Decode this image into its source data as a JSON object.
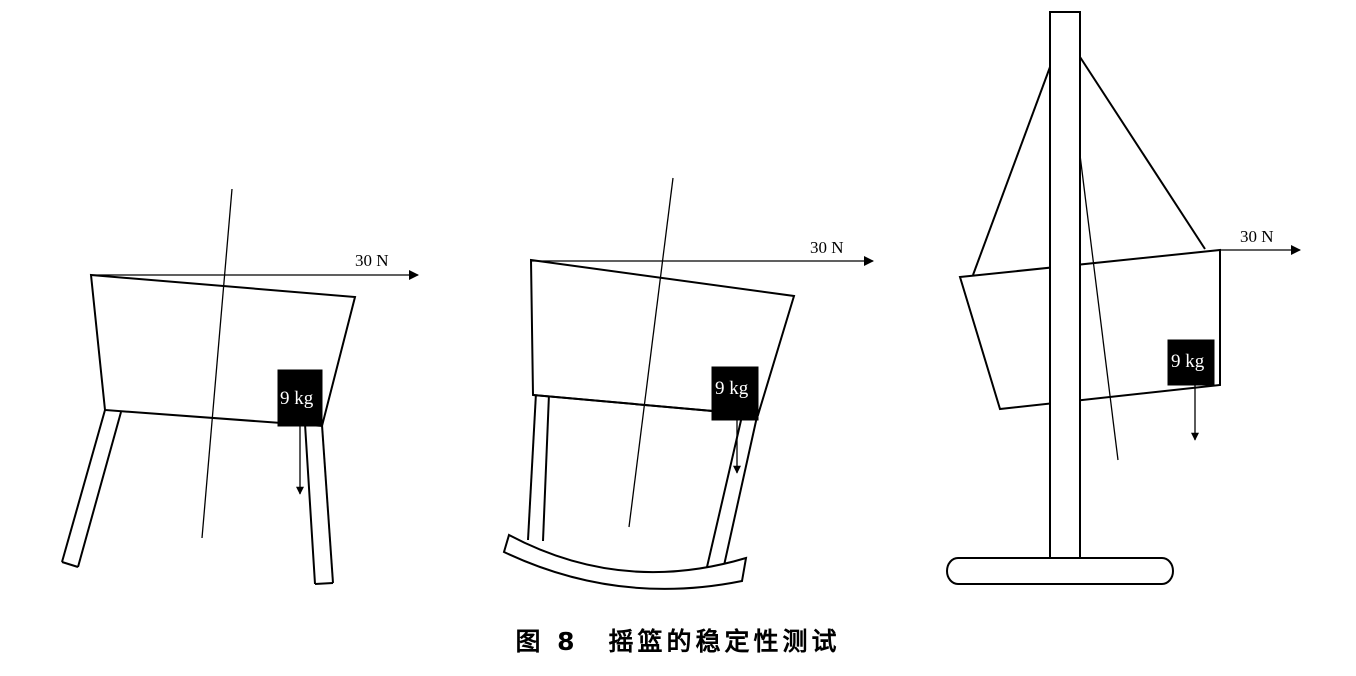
{
  "figure": {
    "number": "图 8",
    "title": "摇篮的稳定性测试"
  },
  "cradles": [
    {
      "name": "legged-cradle",
      "force_label": "30 N",
      "weight_label": "9 kg"
    },
    {
      "name": "rocker-cradle",
      "force_label": "30 N",
      "weight_label": "9 kg"
    },
    {
      "name": "hanging-cradle",
      "force_label": "30 N",
      "weight_label": "9 kg"
    }
  ],
  "colors": {
    "stroke": "#000000",
    "background": "#ffffff"
  }
}
